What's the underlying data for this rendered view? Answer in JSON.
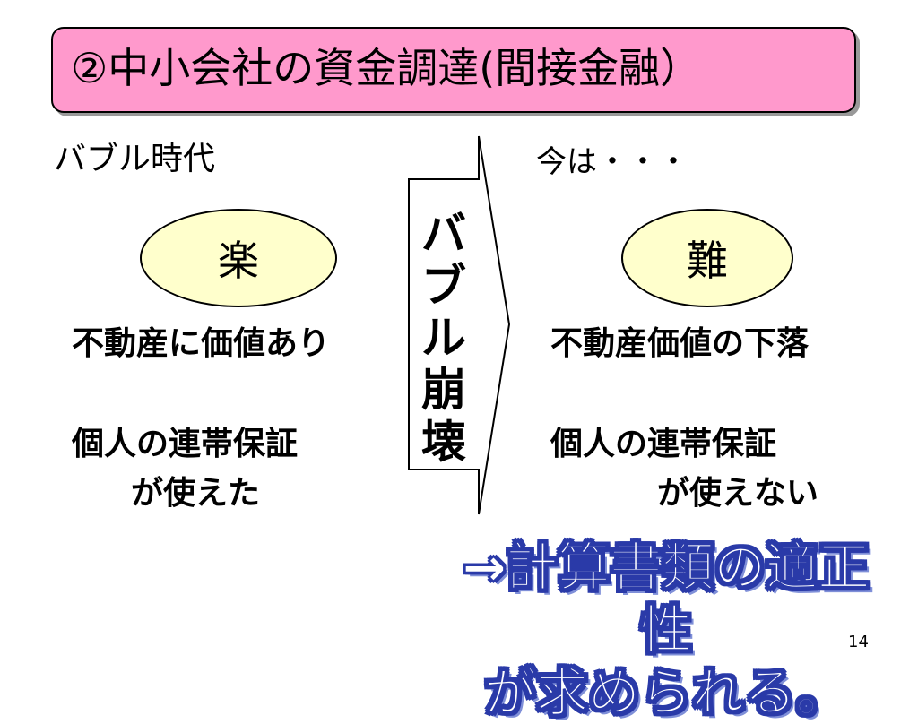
{
  "title": "②中小会社の資金調達(間接金融）",
  "left": {
    "era": "バブル時代",
    "status": "楽",
    "point1": "不動産に価値あり",
    "point2_line1": "個人の連帯保証",
    "point2_line2": "が使えた"
  },
  "arrow": {
    "lines": [
      "バ",
      "ブ",
      "ル",
      "崩",
      "壊"
    ]
  },
  "right": {
    "era": "今は・・・",
    "status": "難",
    "point1": "不動産価値の下落",
    "point2_line1": "個人の連帯保証",
    "point2_line2": "が使えない"
  },
  "conclusion": {
    "line1": "→計算書類の適正性",
    "line2": "が求められる。"
  },
  "page_number": "14",
  "colors": {
    "title_bg": "#ff99cc",
    "ellipse_fill": "#ffffcc",
    "wordart_outline": "#2a3aa8"
  }
}
